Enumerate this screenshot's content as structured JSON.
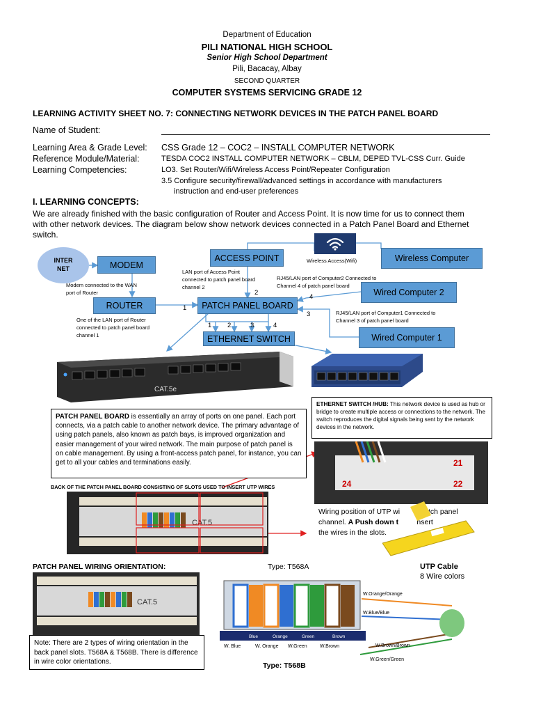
{
  "header": {
    "dept": "Department of Education",
    "school": "PILI NATIONAL HIGH SCHOOL",
    "department": "Senior High School Department",
    "address": "Pili, Bacacay, Albay",
    "quarter": "SECOND QUARTER",
    "course": "COMPUTER SYSTEMS SERVICING GRADE 12"
  },
  "sheet_title": "LEARNING ACTIVITY SHEET NO. 7: CONNECTING NETWORK DEVICES IN THE PATCH PANEL BOARD",
  "info": {
    "name_label": "Name of Student:",
    "name_line": "____________________________________________________________",
    "area_label": "Learning Area & Grade Level:",
    "area_value": "CSS Grade 12 – COC2 – INSTALL COMPUTER NETWORK",
    "ref_label": "Reference Module/Material:",
    "ref_value": "TESDA COC2 INSTALL COMPUTER NETWORK – CBLM, DEPED TVL-CSS  Curr. Guide",
    "comp_label": "Learning Competencies:",
    "comp_value1": "LO3. Set Router/Wifi/Wireless Access Point/Repeater Configuration",
    "comp_value2": "3.5 Configure security/firewall/advanced settings in accordance with manufacturers",
    "comp_value3": "instruction and end-user preferences"
  },
  "section": {
    "heading": "I. LEARNING CONCEPTS:",
    "para1": "We are already finished with the basic configuration of Router and Access Point. It is now time for us to connect them",
    "para2": "with other network devices. The diagram below show network devices connected in a Patch Panel Board and Ethernet",
    "para3": "switch."
  },
  "diagram": {
    "internet": "INTER NET",
    "modem": "MODEM",
    "router": "ROUTER",
    "access_point": "ACCESS POINT",
    "patch_panel": "PATCH PANEL BOARD",
    "ethernet_switch": "ETHERNET SWITCH",
    "wireless_computer": "Wireless Computer",
    "wired_computer_2": "Wired Computer 2",
    "wired_computer_1": "Wired Computer 1",
    "wireless_access": "Wireless Access(Wifi)",
    "modem_note": "Modem connected to the WAN port of Router",
    "ap_note": "LAN port of Access Point connected to patch panel board channel 2",
    "router_note": "One of the LAN port of Router connected to patch panel board channel 1",
    "wc2_note": "RJ45/LAN port of Computer2 Connected to Channel 4 of patch panel board",
    "wc1_note": "RJ45/LAN port of Computer1 Connected to Channel 3 of patch panel board",
    "n1": "1",
    "n2": "2",
    "n3": "3",
    "n4": "4",
    "sw1": "1",
    "sw2": "2",
    "sw3": "3",
    "sw4": "4",
    "panel_label": "CAT.5e",
    "accent": "#5b9bd5"
  },
  "patch_panel_box": {
    "bold": "PATCH PANEL BOARD",
    "text": " is essentially an array of ports on one panel. Each port connects, via a patch cable to another network device. The primary advantage of using patch panels, also known as patch bays, is improved organization and easier management of your wired network. The main purpose of patch panel is on cable management. By using a front-access patch panel, for instance, you can get to all your cables and terminations easily."
  },
  "switch_box": {
    "bold": "ETHERNET SWITCH /HUB:",
    "text": " This network device is used as hub or bridge to create multiple access or connections to the network. The switch reproduces the digital signals being sent by the network devices in the network."
  },
  "back_caption": "BACK OF THE PATCH PANEL BOARD CONSISTING OF SLOTS USED TO INSERT UTP WIRES",
  "wiring_caption": {
    "l1": "Wiring position of UTP wi",
    "l1b": "e patch panel",
    "l2a": "channel. ",
    "l2b": "A Push down t",
    "l2c": "nsert",
    "l3": "the wires in the slots."
  },
  "orientation": {
    "heading": "PATCH PANEL WIRING ORIENTATION:",
    "type_a": "Type: T568A",
    "type_b": "Type: T568B",
    "utp_title": "UTP Cable",
    "utp_sub": "8 Wire colors",
    "note": "Note: There are 2 types of wiring orientation in the back panel slots. T568A & T568B. There is difference in wire color orientations.",
    "labels_right": [
      "W.Orange/Orange",
      "W.Blue/Blue",
      "W.Brown/Brown",
      "W.Green/Green"
    ],
    "labels_bottom": [
      "W. Blue",
      "W. Orange",
      "W.Green",
      "W.Brown"
    ],
    "labels_mid": [
      "Blue",
      "Orange",
      "Green",
      "Brown"
    ]
  }
}
